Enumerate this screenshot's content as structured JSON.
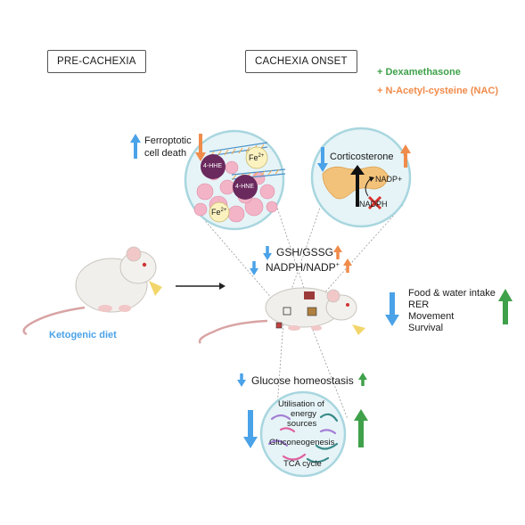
{
  "headers": {
    "pre": "PRE-CACHEXIA",
    "onset": "CACHEXIA ONSET"
  },
  "treatments": {
    "dexa": "+ Dexamethasone",
    "nac": "+ N-Acetyl-cysteine (NAC)"
  },
  "diet": "Ketogenic diet",
  "ferro": {
    "line1": "Ferroptotic",
    "line2": "cell death",
    "hhe": "4-HHE",
    "hne": "4-HNE",
    "fe_top": "Fe",
    "fe_bottom": "Fe",
    "fe_sup": "2+"
  },
  "cortico": {
    "title": "Corticosterone",
    "nadp_plus": "NADP+",
    "nadph": "NADPH"
  },
  "redox": {
    "gsh": "GSH/GSSG",
    "nadph": "NADPH/NADP",
    "nadph_sup": "+"
  },
  "phenotypes": [
    "Food & water intake",
    "RER",
    "Movement",
    "Survival"
  ],
  "glucose": "Glucose homeostasis",
  "metab": {
    "util1": "Utilisation of",
    "util2": "energy",
    "util3": "sources",
    "gluco": "Gluconeogenesis",
    "tca": "TCA cycle"
  },
  "colors": {
    "blue": "#4aa2e8",
    "orange": "#f08b4a",
    "green": "#3fa14a",
    "circle_bg": "#e4f3f6",
    "circle_border": "#9fd0da"
  },
  "icons": {
    "up": "up-arrow-icon",
    "down": "down-arrow-icon",
    "mouse": "mouse-icon"
  }
}
